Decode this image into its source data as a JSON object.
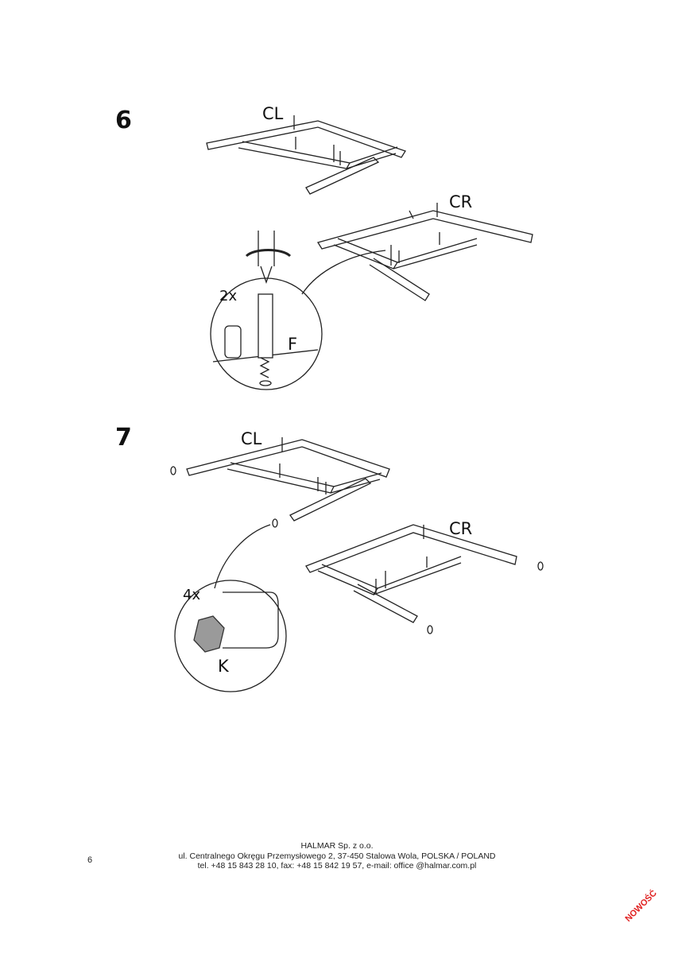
{
  "steps": [
    {
      "number": "6",
      "labels": {
        "left": "CL",
        "right": "CR",
        "quantity": "2x",
        "part": "F"
      }
    },
    {
      "number": "7",
      "labels": {
        "left": "CL",
        "right": "CR",
        "quantity": "4x",
        "part": "K"
      }
    }
  ],
  "footer": {
    "company": "HALMAR Sp. z o.o.",
    "address": "ul. Centralnego Okręgu Przemysłowego 2, 37-450 Stalowa Wola, POLSKA / POLAND",
    "contact": "tel. +48 15 843 28 10, fax: +48 15 842 19 57, e-mail: office @halmar.com.pl"
  },
  "page_number": "6",
  "stamp": "NOWOŚĆ",
  "colors": {
    "stamp": "#e02020",
    "part_fill": "#9a9a9a"
  }
}
